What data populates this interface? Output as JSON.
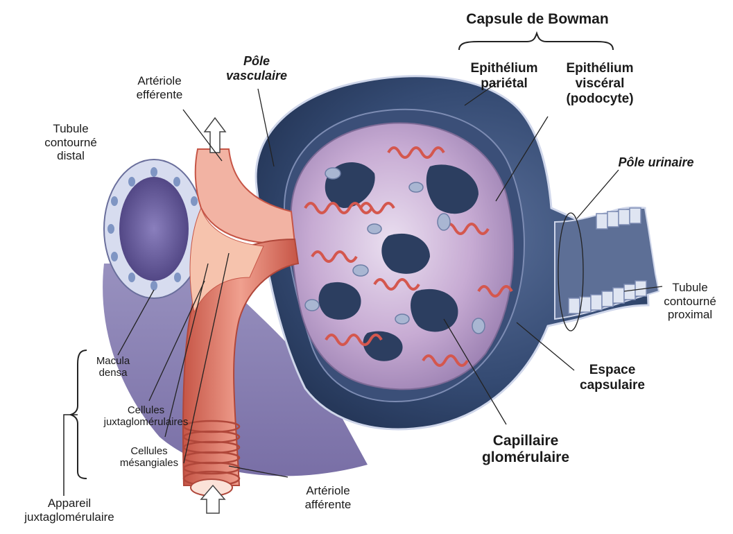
{
  "title": "Capsule de Bowman",
  "labels": {
    "capsule_de_bowman": "Capsule de Bowman",
    "epithelium_parietal_1": "Epithélium",
    "epithelium_parietal_2": "pariétal",
    "epithelium_visceral_1": "Epithélium",
    "epithelium_visceral_2": "viscéral",
    "epithelium_visceral_3": "(podocyte)",
    "pole_vasculaire_1": "Pôle",
    "pole_vasculaire_2": "vasculaire",
    "arteriole_efferente_1": "Artériole",
    "arteriole_efferente_2": "efférente",
    "tubule_distal_1": "Tubule",
    "tubule_distal_2": "contourné",
    "tubule_distal_3": "distal",
    "pole_urinaire": "Pôle urinaire",
    "tubule_proximal_1": "Tubule",
    "tubule_proximal_2": "contourné",
    "tubule_proximal_3": "proximal",
    "espace_capsulaire_1": "Espace",
    "espace_capsulaire_2": "capsulaire",
    "capillaire_glomerulaire_1": "Capillaire",
    "capillaire_glomerulaire_2": "glomérulaire",
    "macula_densa_1": "Macula",
    "macula_densa_2": "densa",
    "cellules_juxta_1": "Cellules",
    "cellules_juxta_2": "juxtaglomérulaires",
    "cellules_mesangiales_1": "Cellules",
    "cellules_mesangiales_2": "mésangiales",
    "arteriole_afferente_1": "Artériole",
    "arteriole_afferente_2": "afférente",
    "appareil_juxta_1": "Appareil",
    "appareil_juxta_2": "juxtaglomérulaire"
  },
  "colors": {
    "capsule_dark": "#2f4466",
    "capsule_mid": "#4a5f86",
    "capsule_light": "#b9c3dc",
    "glomerulus_purple": "#b99bc6",
    "glomerulus_pale": "#e8dcee",
    "capillary_red": "#d4574e",
    "arteriole_red": "#e48070",
    "arteriole_light": "#f2b3a3",
    "tubule_purple": "#6a5f9c",
    "cell_blue": "#9fb1d8",
    "line": "#222222"
  }
}
